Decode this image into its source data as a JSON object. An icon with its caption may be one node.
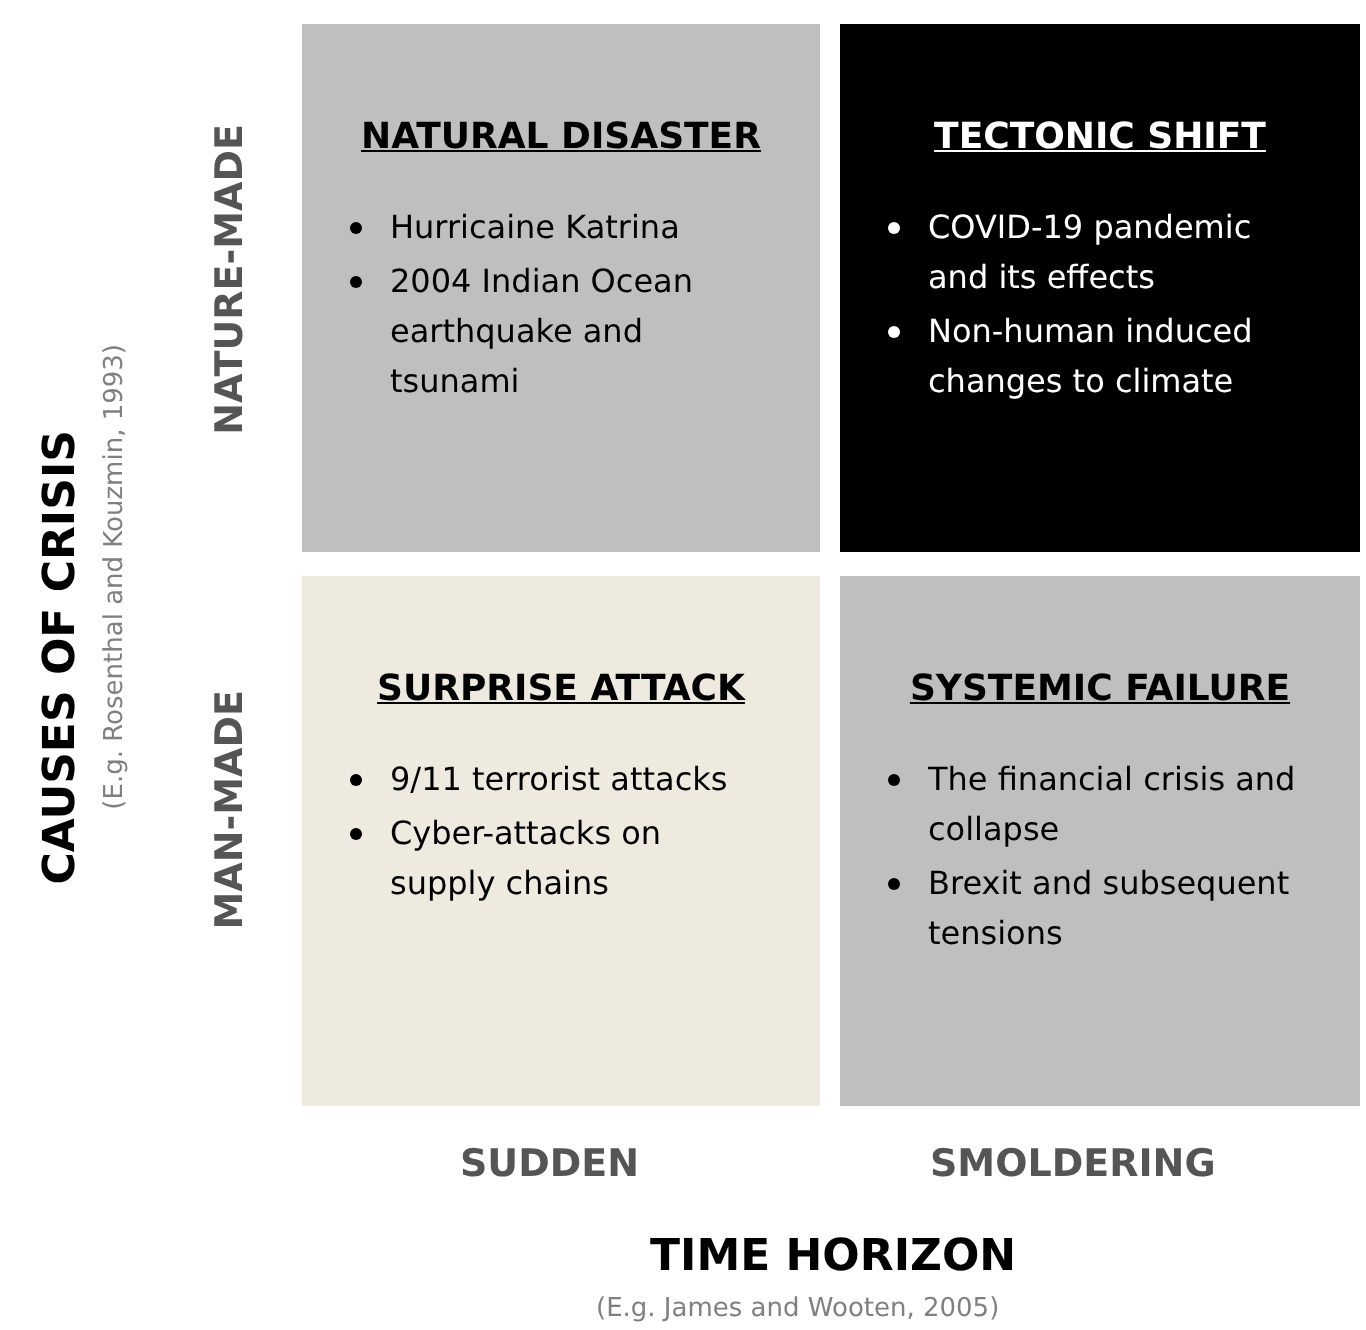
{
  "diagram": {
    "nodes": [
      {
        "text": [
          "NATURAL DISASTER",
          "Hurricaine Katrina",
          "2004 Indian Ocean earthquake and tsunami"
        ]
      },
      {
        "text": [
          "TECTONIC SHIFT",
          "COVID-19 pandemic and its effects",
          "Non-human induced changes to climate"
        ]
      },
      {
        "text": [
          "SURPRISE ATTACK",
          "9/11 terrorist attacks",
          "Cyber-attacks on supply chains"
        ]
      },
      {
        "text": [
          "SYSTEMIC FAILURE",
          "The financial crisis and collapse",
          "Brexit and subsequent tensions"
        ]
      }
    ],
    "edges": [],
    "labels": [
      "CAUSES OF CRISIS",
      "(E.g. Rosenthal and Kouzmin, 1993)",
      "NATURE-MADE",
      "MAN-MADE",
      "SUDDEN",
      "SMOLDERING",
      "TIME HORIZON",
      "(E.g. James and Wooten, 2005)"
    ]
  }
}
